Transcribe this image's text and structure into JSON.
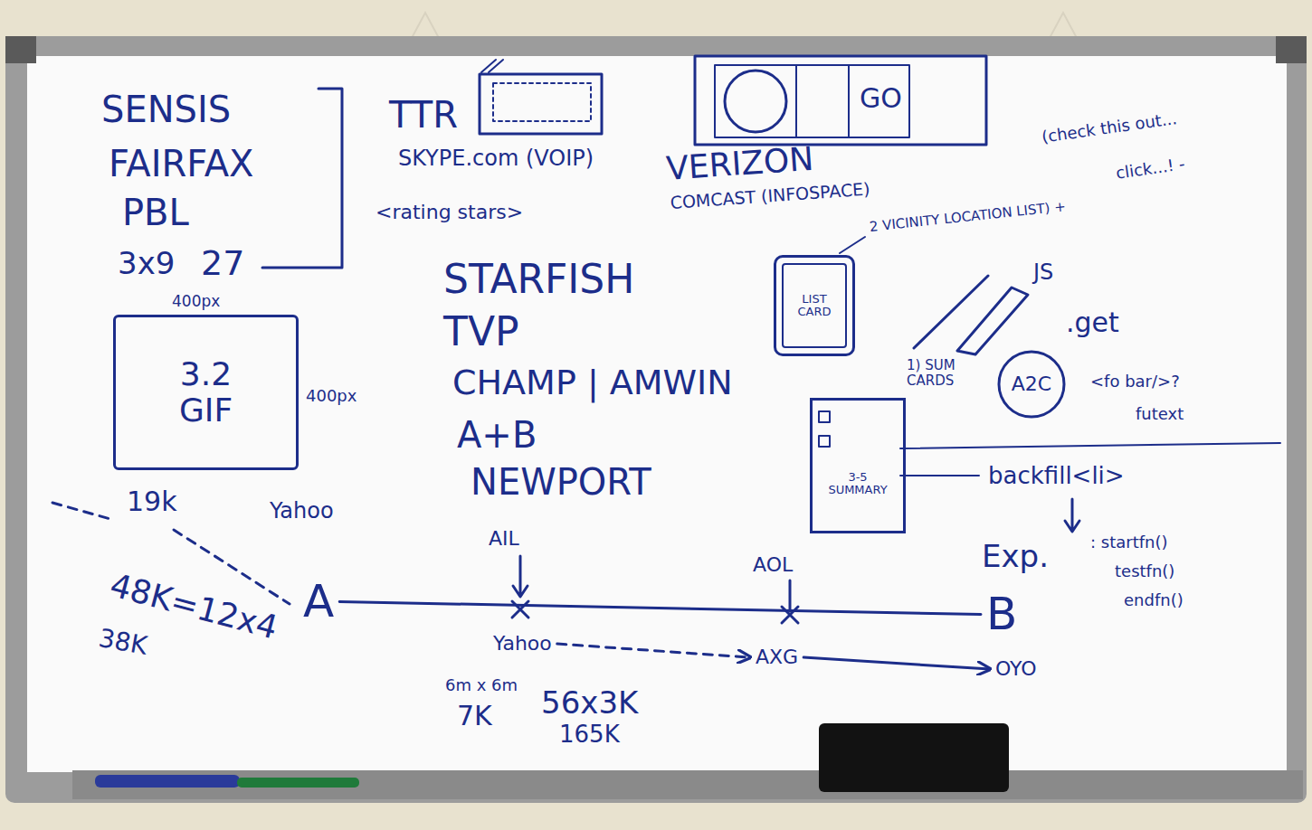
{
  "diagram": {
    "nodes": [
      {
        "text": [
          "400px",
          "3.2 GIF"
        ]
      },
      {
        "text": [
          "LIST CARD"
        ]
      },
      {
        "text": [
          "A2C"
        ]
      },
      {
        "text": [
          "3-5 SUMMARY"
        ]
      },
      {
        "text": [
          "A"
        ]
      },
      {
        "text": [
          "Yahoo"
        ]
      },
      {
        "text": [
          "AXG"
        ]
      },
      {
        "text": [
          "B"
        ]
      },
      {
        "text": [
          "OYO"
        ]
      }
    ],
    "edges": [
      {
        "from": 4,
        "to": 7,
        "arrow": "none"
      },
      {
        "from": 5,
        "to": 6,
        "arrow": "to"
      },
      {
        "from": 6,
        "to": 8,
        "arrow": "to"
      }
    ],
    "labels": [
      "SENSIS",
      "FAIRFAX",
      "PBL",
      "3x9",
      "27",
      "400px",
      "19k",
      "Yahoo",
      "48K=12x4",
      "38K",
      "AIL",
      "AOL",
      "6m x 6m",
      "7K",
      "56x3K",
      "165K",
      "TTR",
      "SKYPE.com (VOIP)",
      "<rating stars>",
      "VERIZON",
      "COMCAST (INFOSPACE)",
      "2 VICINITY LOCATION LIST) +",
      "(check this out...",
      "click...! -",
      "GO",
      "STARFISH",
      "TVP",
      "CHAMP | AMWIN",
      "A+B",
      "NEWPORT",
      "JS",
      ".get",
      "<fo bar/>?",
      "futext",
      "1) SUM CARDS",
      "backfill<li>",
      "Exp.",
      ": startfn()",
      "testfn()",
      "endfn()"
    ]
  }
}
